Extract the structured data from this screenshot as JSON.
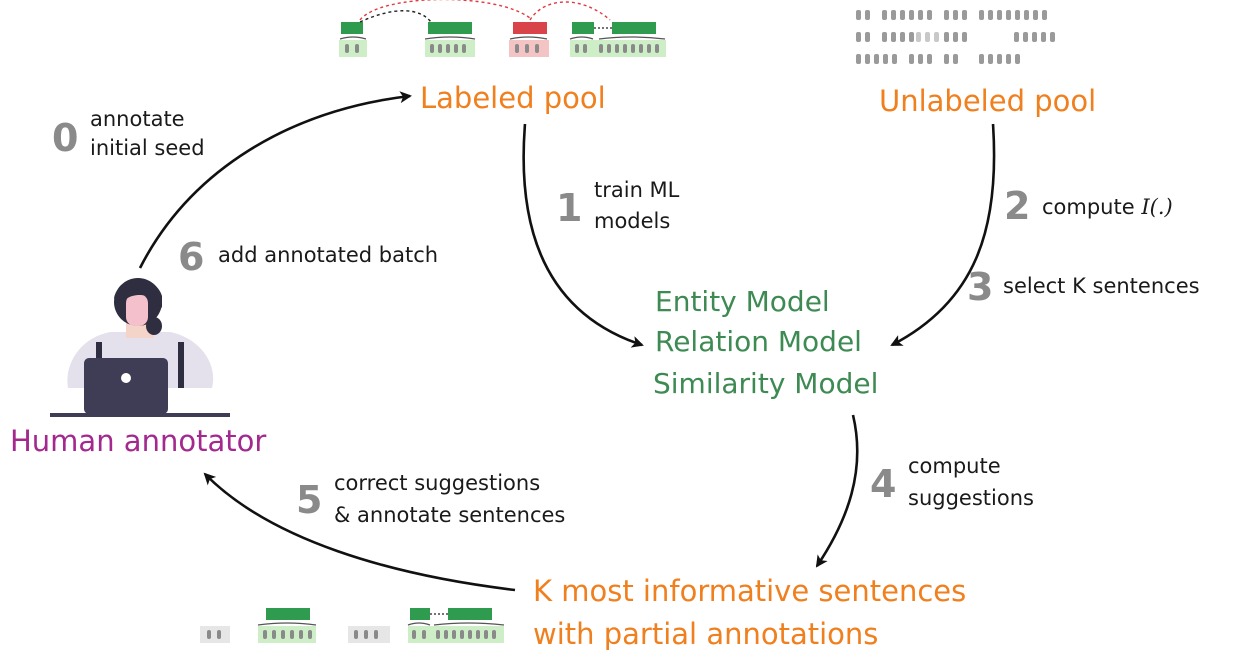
{
  "nodes": {
    "labeled_pool": "Labeled pool",
    "unlabeled_pool": "Unlabeled pool",
    "models": [
      "Entity Model",
      "Relation Model",
      "Similarity Model"
    ],
    "human_annotator": "Human annotator",
    "k_sentences": [
      "K most informative sentences",
      "with partial annotations"
    ]
  },
  "steps": [
    {
      "num": "0",
      "lines": [
        "annotate",
        "initial seed"
      ]
    },
    {
      "num": "1",
      "lines": [
        "train ML",
        "models"
      ]
    },
    {
      "num": "2",
      "text": "compute",
      "italic": "I(.)"
    },
    {
      "num": "3",
      "text": "select K sentences"
    },
    {
      "num": "4",
      "lines": [
        "compute",
        "suggestions"
      ]
    },
    {
      "num": "5",
      "lines": [
        "correct suggestions",
        "& annotate sentences"
      ]
    },
    {
      "num": "6",
      "text": "add annotated batch"
    }
  ],
  "colors": {
    "orange": "#f07f1e",
    "green": "#3e8a53",
    "purple": "#a3298f",
    "step_number": "#8a8a8a",
    "entity_block": "#2e9b4e",
    "error_block": "#d9444a",
    "relation_arrow_red": "#e0393e",
    "relation_arrow_black": "#222222",
    "laptop": "#3f3d56",
    "sweater": "#e4e1ec"
  },
  "icons": [
    "person-at-laptop-icon",
    "labeled-sentence-icon",
    "unlabeled-text-icon",
    "partial-annotation-icon"
  ]
}
